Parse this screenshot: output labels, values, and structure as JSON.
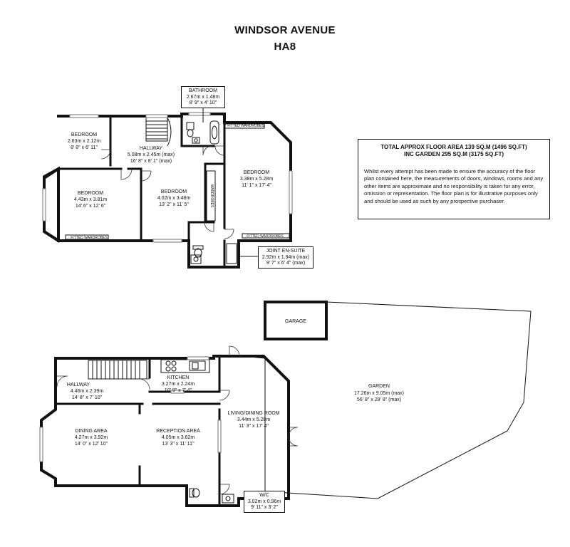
{
  "title": {
    "line1": "WINDSOR AVENUE",
    "line2": "HA8"
  },
  "info": {
    "line1": "TOTAL APPROX FLOOR AREA  139 SQ.M  (1496 SQ.FT)",
    "line2": "INC GARDEN  295 SQ.M (3175 SQ.FT)",
    "disclaimer": "Whilst every attempt has been made to ensure the accuracy of the floor plan contained here, the measurements of doors, windows, rooms and any other items are approximate and no responsibility is taken for any error, omission or representation.  The floor plan is for illustrative purposes only and should be used as such by any prospective purchaser."
  },
  "first_floor": {
    "bathroom": {
      "name": "BATHROOM",
      "metric": "2.67m x 1.48m",
      "imperial": "8' 9\" x 4' 10\""
    },
    "bedroom_small": {
      "name": "BEDROOM",
      "metric": "2.63m x 2.12m",
      "imperial": "8' 8\" x 6' 11\""
    },
    "hallway": {
      "name": "HALLWAY",
      "metric": "5.08m x 2.45m (max)",
      "imperial": "16' 8\" x 8' 1\" (max)"
    },
    "bedroom_right": {
      "name": "BEDROOM",
      "metric": "3.38m x 5.28m",
      "imperial": "11' 1\" x 17' 4\""
    },
    "bedroom_bay": {
      "name": "BEDROOM",
      "metric": "4.43m x 3.81m",
      "imperial": "14' 6\" x 12' 6\""
    },
    "bedroom_mid": {
      "name": "BEDROOM",
      "metric": "4.02m x 3.48m",
      "imperial": "13' 2\" x 11' 5\""
    },
    "ensuite": {
      "name": "JOINT EN-SUITE",
      "metric": "2.92m x 1.94m (max)",
      "imperial": "9' 7\" x 6' 4\" (max)"
    },
    "fitted_top": "FITTED WARDROBES",
    "fitted_bottom": "FITTED WARDROBES",
    "wardrobes": "WARDROBES",
    "fitted_bay": "FITTED WARDROBES"
  },
  "ground_floor": {
    "garage": {
      "name": "GARAGE"
    },
    "garden": {
      "name": "GARDEN",
      "metric": "17.26m x 9.05m (max)",
      "imperial": "56' 8\" x 29' 8\" (max)"
    },
    "hallway": {
      "name": "HALLWAY",
      "metric": "4.46m x 2.39m",
      "imperial": "14' 8\" x 7' 10\""
    },
    "kitchen": {
      "name": "KITCHEN",
      "metric": "3.27m x 2.24m",
      "imperial": "10' 9\" x 7' 4\""
    },
    "living": {
      "name": "LIVING/DINING ROOM",
      "metric": "3.44m x 5.28m",
      "imperial": "11' 3\" x 17' 4\""
    },
    "dining": {
      "name": "DINING AREA",
      "metric": "4.27m x 3.92m",
      "imperial": "14' 0\" x 12' 10\""
    },
    "reception": {
      "name": "RECEPTION AREA",
      "metric": "4.05m x 3.62m",
      "imperial": "13' 3\" x 11' 11\""
    },
    "wc": {
      "name": "W/C",
      "metric": "3.02m x 0.96m",
      "imperial": "9' 11\" x 3' 2\""
    }
  }
}
